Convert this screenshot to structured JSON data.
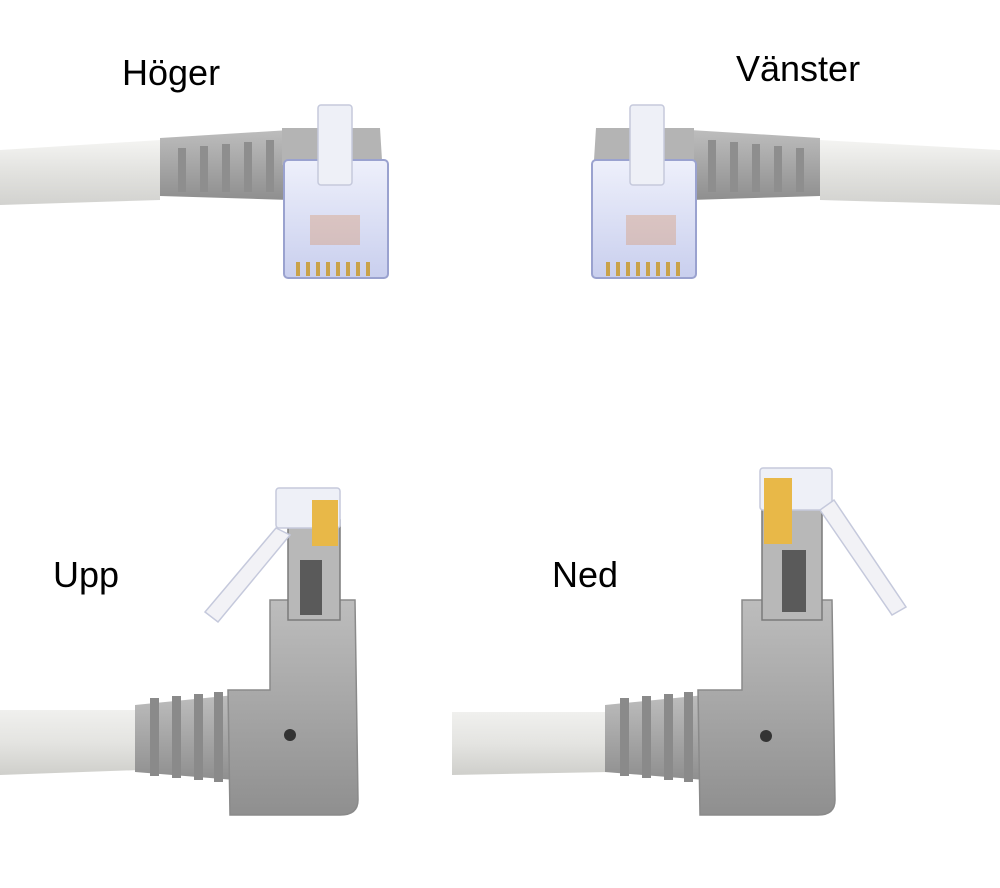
{
  "labels": {
    "right": "Höger",
    "left": "Vänster",
    "up": "Upp",
    "down": "Ned"
  },
  "colors": {
    "cable": "#e6e6e4",
    "boot": "#a9a9a9",
    "boot_dark": "#8c8c8c",
    "plug_clear": "#dfe3f5",
    "contacts": "#c9a24a",
    "label_text": "#000000"
  }
}
